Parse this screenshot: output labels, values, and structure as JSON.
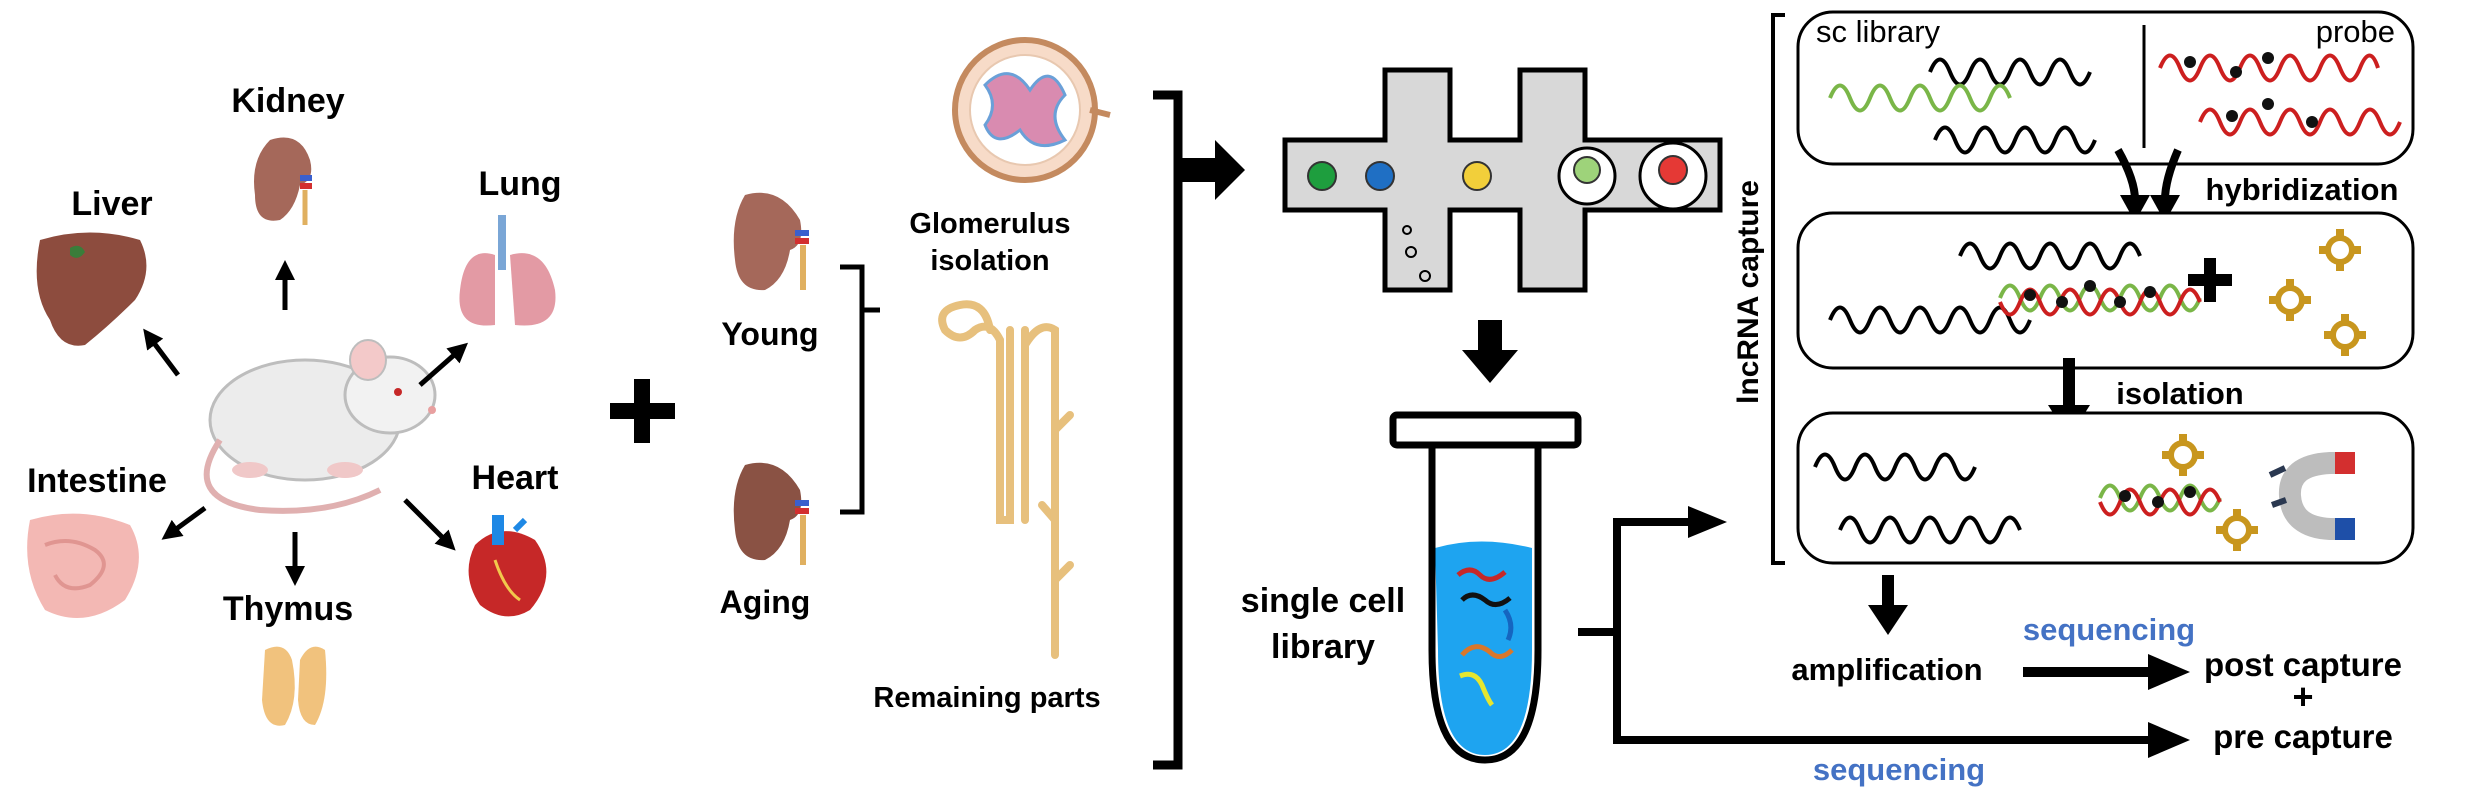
{
  "organs": {
    "kidney": "Kidney",
    "liver": "Liver",
    "lung": "Lung",
    "intestine": "Intestine",
    "heart": "Heart",
    "thymus": "Thymus"
  },
  "kidney_groups": {
    "young": "Young",
    "aging": "Aging"
  },
  "parts": {
    "glomerulus_line1": "Glomerulus",
    "glomerulus_line2": "isolation",
    "remaining": "Remaining parts"
  },
  "library": {
    "line1": "single cell",
    "line2": "library"
  },
  "capture": {
    "side_label": "lncRNA capture",
    "sc_library": "sc library",
    "probe": "probe",
    "hybridization": "hybridization",
    "isolation": "isolation"
  },
  "output": {
    "amplification": "amplification",
    "sequencing_top": "sequencing",
    "sequencing_bottom": "sequencing",
    "post_capture": "post capture",
    "plus": "+",
    "pre_capture": "pre capture"
  },
  "colors": {
    "sequencing": "#4472c4",
    "rna_green": "#7ab648",
    "rna_red": "#cc1f1f",
    "bead": "#c8961e"
  }
}
